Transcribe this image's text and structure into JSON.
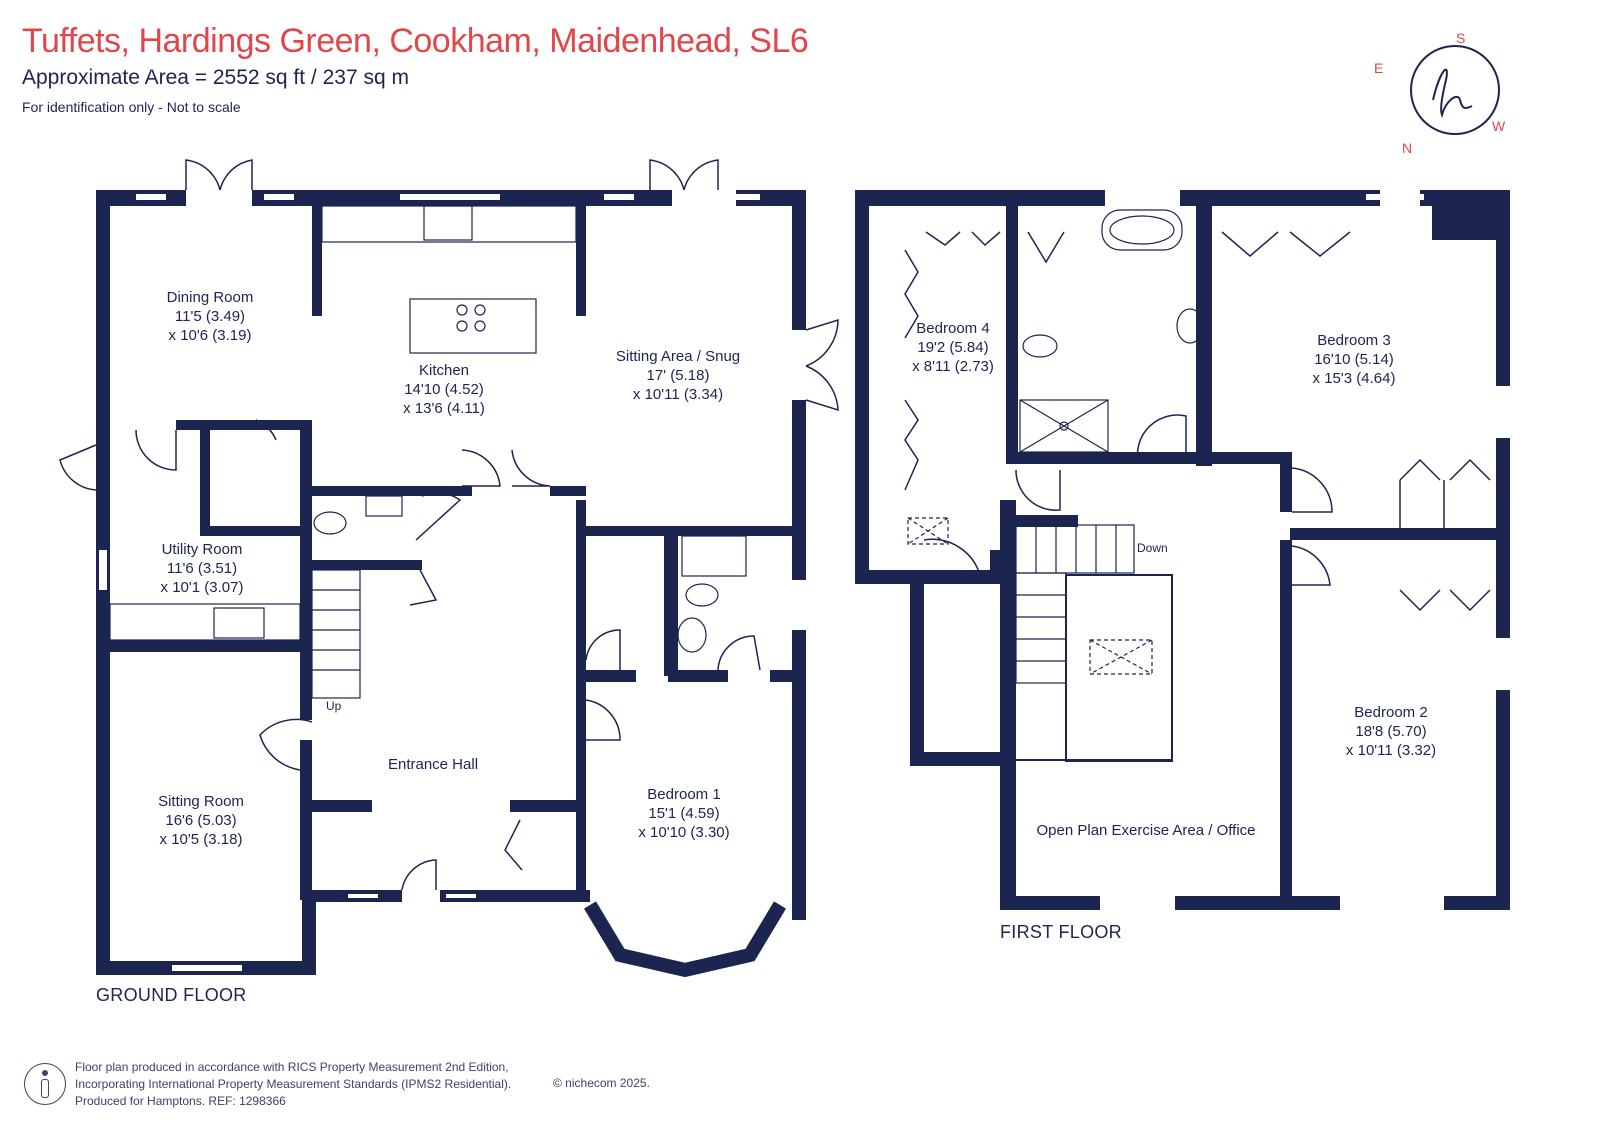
{
  "header": {
    "title": "Tuffets, Hardings Green, Cookham, Maidenhead, SL6",
    "area": "Approximate Area = 2552 sq ft / 237 sq m",
    "note": "For identification only - Not to scale"
  },
  "compass": {
    "letters": [
      "S",
      "W",
      "N",
      "E"
    ],
    "monogram": "h"
  },
  "ground_floor": {
    "label": "GROUND FLOOR",
    "rooms": {
      "dining": {
        "name": "Dining Room",
        "dim1": "11'5 (3.49)",
        "dim2": "x 10'6 (3.19)"
      },
      "kitchen": {
        "name": "Kitchen",
        "dim1": "14'10 (4.52)",
        "dim2": "x 13'6 (4.11)"
      },
      "snug": {
        "name": "Sitting Area / Snug",
        "dim1": "17' (5.18)",
        "dim2": "x 10'11 (3.34)"
      },
      "utility": {
        "name": "Utility Room",
        "dim1": "11'6 (3.51)",
        "dim2": "x 10'1 (3.07)"
      },
      "hall": {
        "name": "Entrance Hall"
      },
      "sitting": {
        "name": "Sitting Room",
        "dim1": "16'6 (5.03)",
        "dim2": "x 10'5 (3.18)"
      },
      "bed1": {
        "name": "Bedroom 1",
        "dim1": "15'1 (4.59)",
        "dim2": "x 10'10 (3.30)"
      }
    },
    "stairs_label": "Up"
  },
  "first_floor": {
    "label": "FIRST FLOOR",
    "rooms": {
      "bed4": {
        "name": "Bedroom 4",
        "dim1": "19'2 (5.84)",
        "dim2": "x 8'11 (2.73)"
      },
      "bed3": {
        "name": "Bedroom 3",
        "dim1": "16'10 (5.14)",
        "dim2": "x 15'3 (4.64)"
      },
      "bed2": {
        "name": "Bedroom 2",
        "dim1": "18'8 (5.70)",
        "dim2": "x 10'11 (3.32)"
      },
      "office": {
        "name": "Open Plan Exercise Area / Office"
      }
    },
    "stairs_label": "Down"
  },
  "footer": {
    "line1": "Floor plan produced in accordance with RICS Property Measurement 2nd Edition,",
    "line2": "Incorporating International Property Measurement Standards (IPMS2 Residential).",
    "line3": "Produced for Hamptons.   REF: 1298366",
    "copyright": "© nichecom 2025."
  },
  "colors": {
    "wall": "#1b2550",
    "title": "#e0464a",
    "window": "#ffffff"
  }
}
